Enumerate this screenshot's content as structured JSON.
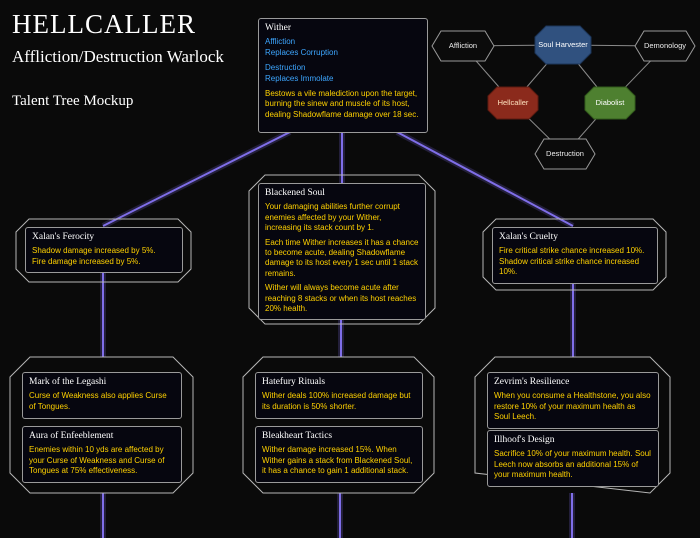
{
  "header": {
    "title": "HELLCALLER",
    "subtitle": "Affliction/Destruction Warlock",
    "tagline": "Talent Tree Mockup"
  },
  "wither": {
    "title": "Wither",
    "spec_a": "Affliction",
    "replaces_a": "Replaces Corruption",
    "spec_b": "Destruction",
    "replaces_b": "Replaces Immolate",
    "description": "Bestows a vile malediction upon the target, burning the sinew and muscle of its host, dealing Shadowflame damage over 18 sec."
  },
  "spec_diagram": {
    "affliction": "Affliction",
    "soul_harvester": "Soul Harvester",
    "demonology": "Demonology",
    "hellcaller": "Hellcaller",
    "diabolist": "Diabolist",
    "destruction": "Destruction"
  },
  "talents": {
    "xalans_ferocity": {
      "title": "Xalan's Ferocity",
      "description": "Shadow damage increased by 5%.\nFire damage increased by 5%."
    },
    "blackened_soul": {
      "title": "Blackened Soul",
      "p1": "Your damaging abilities further corrupt enemies affected by your Wither, increasing its stack count by 1.",
      "p2": "Each time Wither increases it has a chance to become acute, dealing Shadowflame damage to its host every 1 sec until 1 stack remains.",
      "p3": "Wither will always become acute after reaching 8 stacks or when its host reaches 20% health."
    },
    "xalans_cruelty": {
      "title": "Xalan's Cruelty",
      "description": "Fire critical strike chance increased 10%. Shadow critical strike chance increased 10%."
    },
    "mark_of_the_legashi": {
      "title": "Mark of the Legashi",
      "description": "Curse of Weakness also applies Curse of Tongues."
    },
    "aura_of_enfeeblement": {
      "title": "Aura of Enfeeblement",
      "description": "Enemies within 10 yds are affected by your Curse of Weakness and Curse of Tongues at 75% effectiveness."
    },
    "hatefury_rituals": {
      "title": "Hatefury Rituals",
      "description": "Wither deals 100% increased damage but its duration is 50% shorter."
    },
    "bleakheart_tactics": {
      "title": "Bleakheart Tactics",
      "description": "Wither damage increased 15%. When Wither gains a stack from Blackened Soul, it has a chance to gain 1 additional stack."
    },
    "zevrims_resilience": {
      "title": "Zevrim's Resilience",
      "description": "When you consume a Healthstone, you also restore 10% of your maximum health as Soul Leech."
    },
    "illhoofs_design": {
      "title": "Illhoof's Design",
      "description": "Sacrifice 10% of your maximum health. Soul Leech now absorbs an additional 15% of your maximum health."
    }
  },
  "colors": {
    "background": "#0a0a0a",
    "connector_purple": "#7f6ee8",
    "tooltip_body_gold": "#ffd100",
    "spell_link_blue": "#3da6ff",
    "frame_gray": "#b5b5b5",
    "soul_harvester_fill": "#30517f",
    "hellcaller_fill": "#8b2a1c",
    "diabolist_fill": "#4e8030"
  }
}
